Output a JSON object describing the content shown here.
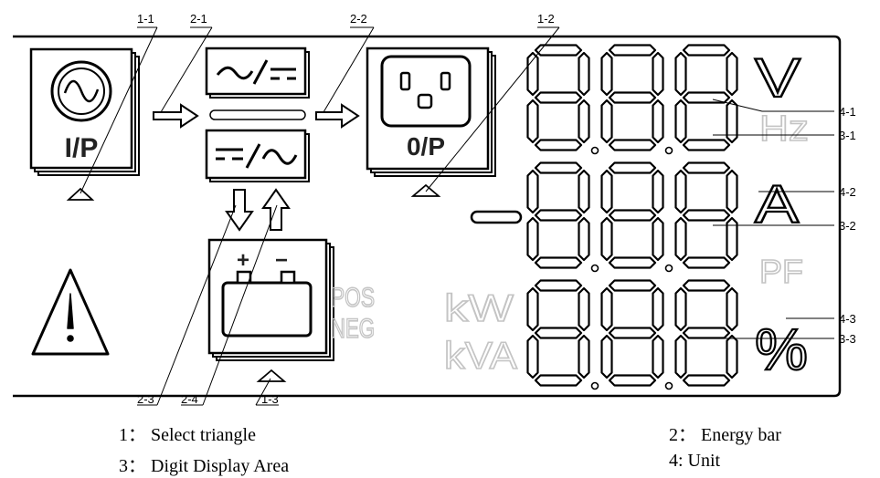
{
  "icons": {
    "input_label": "I/P",
    "output_label": "0/P",
    "battery_plus": "+",
    "battery_minus": "−"
  },
  "indicators": {
    "pos": "POS",
    "neg": "NEG"
  },
  "units": {
    "volt": "V",
    "hertz": "Hz",
    "amp": "A",
    "power_factor": "PF",
    "kilowatt": "kW",
    "kilovolt_amp": "kVA",
    "percent": "%"
  },
  "callouts": {
    "c1_1": "1-1",
    "c1_2": "1-2",
    "c1_3": "1-3",
    "c2_1": "2-1",
    "c2_2": "2-2",
    "c2_3": "2-3",
    "c2_4": "2-4",
    "c3_1": "3-1",
    "c3_2": "3-2",
    "c3_3": "3-3",
    "c4_1": "4-1",
    "c4_2": "4-2",
    "c4_3": "4-3"
  },
  "legend": {
    "item1": "1： Select triangle",
    "item2": "2： Energy bar",
    "item3": "3： Digit Display Area",
    "item4": "4:    Unit"
  }
}
